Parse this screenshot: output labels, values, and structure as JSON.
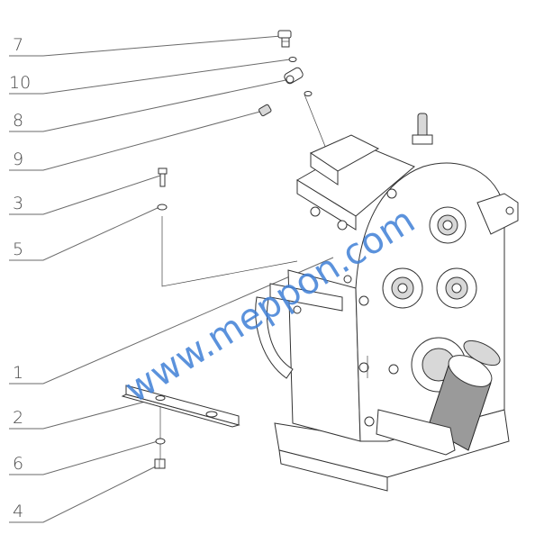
{
  "watermark": "www.meppon.com",
  "callouts": [
    {
      "label": "7"
    },
    {
      "label": "10"
    },
    {
      "label": "8"
    },
    {
      "label": "9"
    },
    {
      "label": "3"
    },
    {
      "label": "5"
    },
    {
      "label": "1"
    },
    {
      "label": "2"
    },
    {
      "label": "6"
    },
    {
      "label": "4"
    }
  ]
}
